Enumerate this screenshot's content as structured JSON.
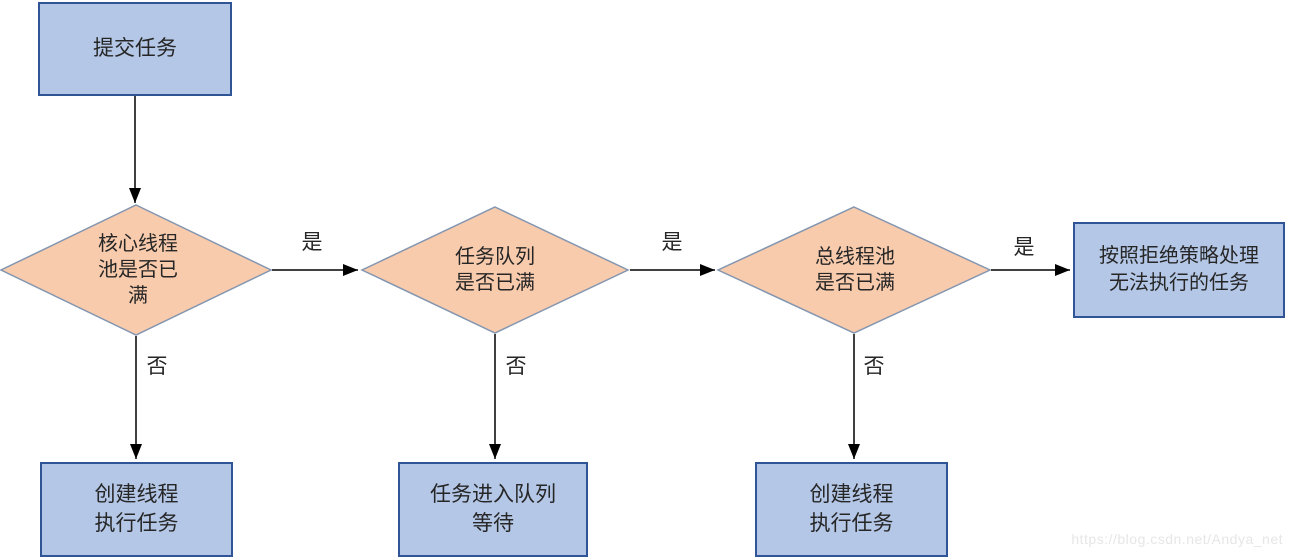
{
  "colors": {
    "rect-fill": "#B4C7E7",
    "rect-border": "#2F5597",
    "diamond-fill": "#F8CBAD",
    "diamond-border": "#8496B0",
    "arrow": "#000000",
    "text": "#262626",
    "watermark": "#E6E6E6",
    "background": "#FFFFFF"
  },
  "diagram": {
    "type": "flowchart",
    "nodes": {
      "submit": {
        "label": "提交任务",
        "shape": "rect"
      },
      "core_pool": {
        "label": "核心线程\n池是否已\n满",
        "shape": "diamond"
      },
      "task_queue": {
        "label": "任务队列\n是否已满",
        "shape": "diamond"
      },
      "total_pool": {
        "label": "总线程池\n是否已满",
        "shape": "diamond"
      },
      "reject": {
        "label": "按照拒绝策略处理\n无法执行的任务",
        "shape": "rect"
      },
      "create_thread_left": {
        "label": "创建线程\n执行任务",
        "shape": "rect"
      },
      "queue_wait": {
        "label": "任务进入队列\n等待",
        "shape": "rect"
      },
      "create_thread_right": {
        "label": "创建线程\n执行任务",
        "shape": "rect"
      }
    },
    "edge_labels": {
      "yes1": "是",
      "yes2": "是",
      "yes3": "是",
      "no1": "否",
      "no2": "否",
      "no3": "否"
    }
  },
  "watermark": "https://blog.csdn.net/Andya_net"
}
